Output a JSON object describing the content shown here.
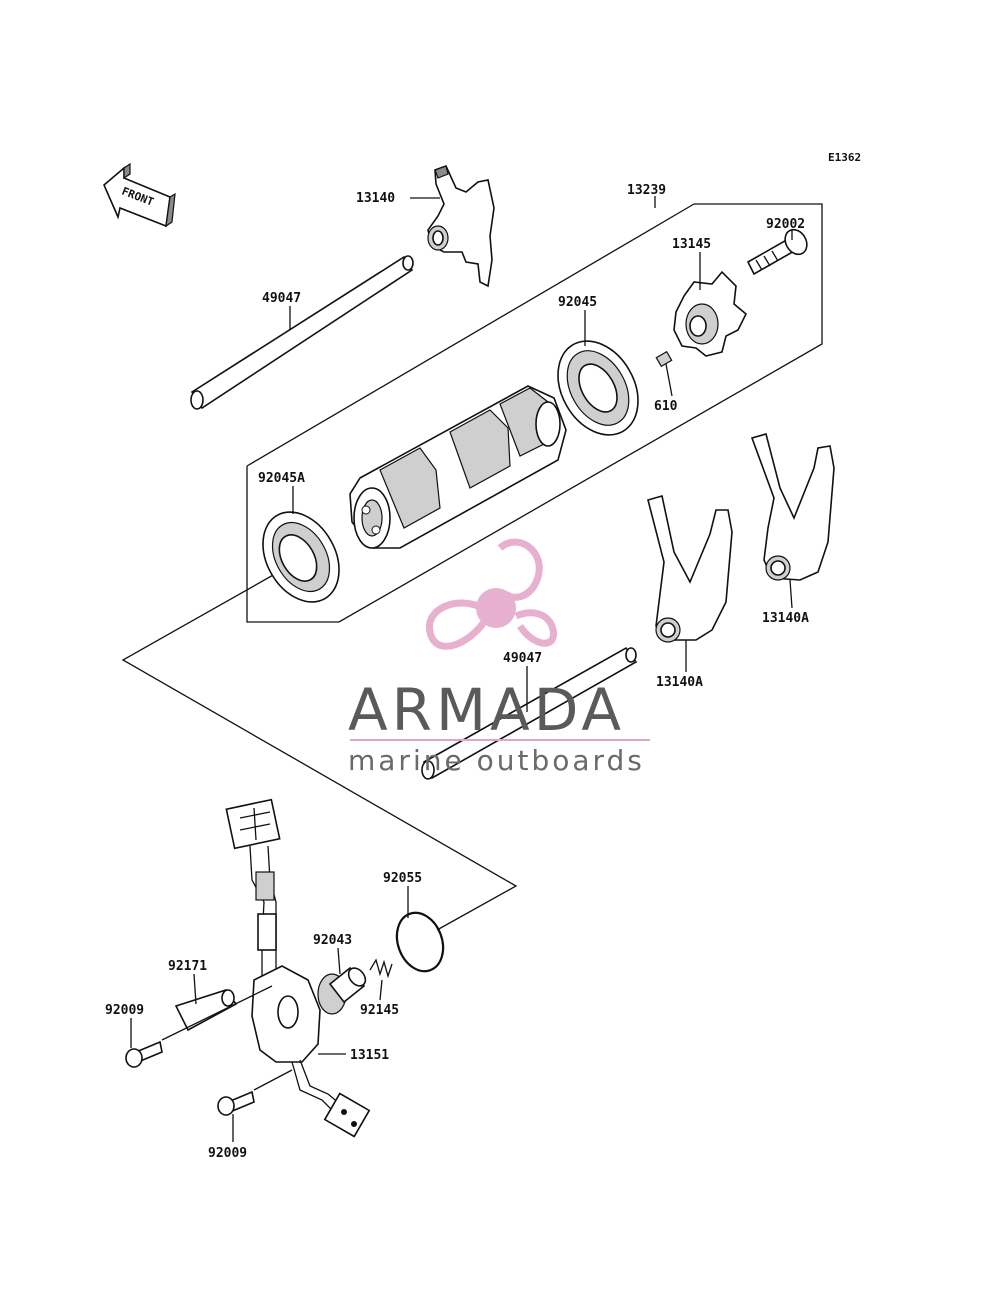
{
  "diagram_ref": "E1362",
  "front_label": "FRONT",
  "callouts": {
    "c13140": "13140",
    "c13239": "13239",
    "c92002": "92002",
    "c13145": "13145",
    "c49047_top": "49047",
    "c92045": "92045",
    "c610": "610",
    "c92045A": "92045A",
    "c13140A_right": "13140A",
    "c13140A_mid": "13140A",
    "c49047_mid": "49047",
    "c92055": "92055",
    "c92043": "92043",
    "c92171": "92171",
    "c92009_left": "92009",
    "c92145": "92145",
    "c13151": "13151",
    "c92009_bottom": "92009"
  },
  "watermark": {
    "brand": "ARMADA",
    "tagline": "marine outboards",
    "accent_color": "#e3a3c6",
    "text_color": "#5a5a5a"
  }
}
